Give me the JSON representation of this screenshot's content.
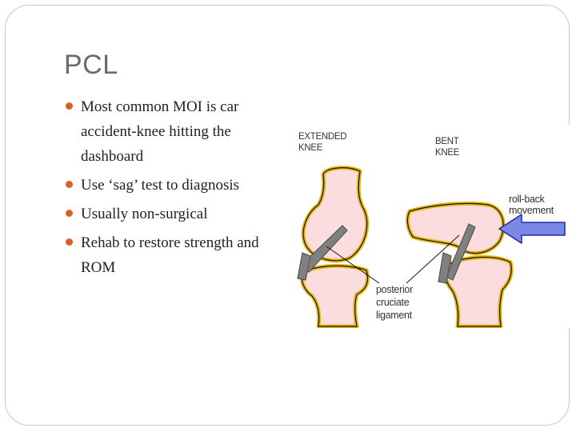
{
  "slide": {
    "title": "PCL",
    "bullets": [
      "Most common MOI is car accident-knee hitting the dashboard",
      "Use ‘sag’ test to diagnosis",
      "Usually  non-surgical",
      "Rehab to restore strength and ROM"
    ]
  },
  "figure": {
    "extended_label_1": "EXTENDED",
    "extended_label_2": "KNEE",
    "bent_label_1": "BENT",
    "bent_label_2": "KNEE",
    "rollback_label_1": "roll-back",
    "rollback_label_2": "movement",
    "ligament_label_1": "posterior",
    "ligament_label_2": "cruciate",
    "ligament_label_3": "ligament"
  },
  "colors": {
    "bullet": "#d9602a",
    "bone_fill": "#fbdde0",
    "cartilage": "#e6b818",
    "ligament": "#808080",
    "arrow": "#7b88e8"
  }
}
